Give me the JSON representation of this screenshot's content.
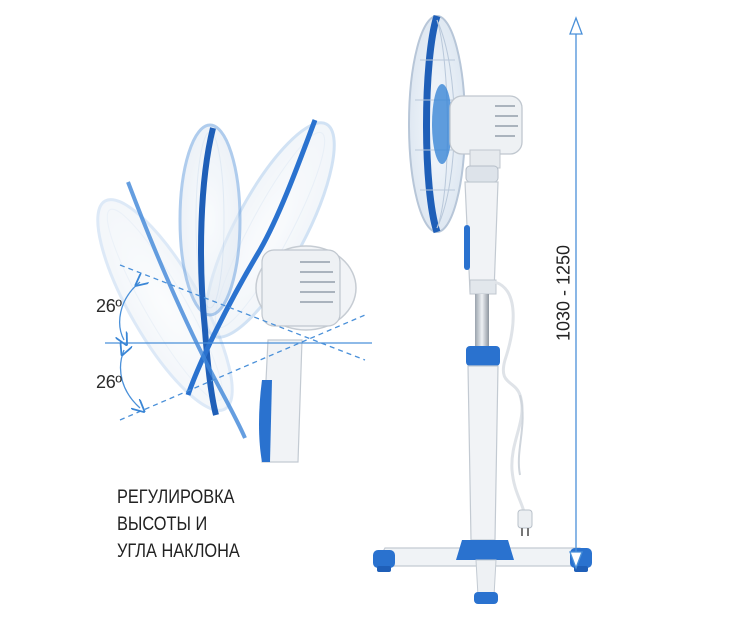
{
  "tilt": {
    "upper_angle": "26º",
    "lower_angle": "26º"
  },
  "caption": {
    "line1": "РЕГУЛИРОВКА",
    "line2": "ВЫСОТЫ И",
    "line3": "УГЛА НАКЛОНА"
  },
  "height_range": "1030 - 1250",
  "colors": {
    "accent_blue": "#1f6fc9",
    "guide_blue": "#4a90d9",
    "body_white": "#eef2f6"
  }
}
